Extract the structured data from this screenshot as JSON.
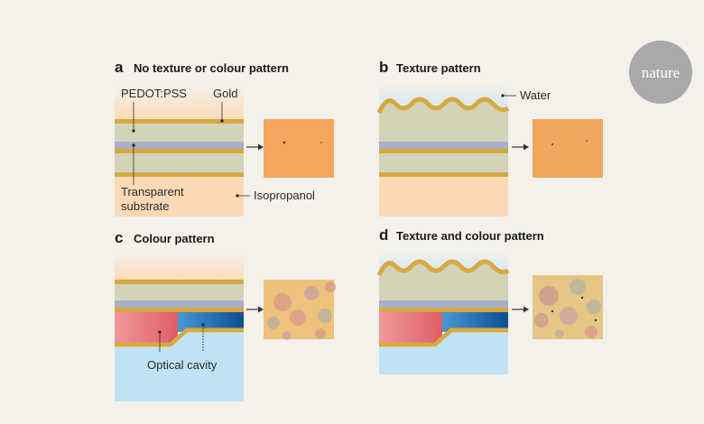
{
  "logo": {
    "text": "nature"
  },
  "panels": {
    "a": {
      "letter": "a",
      "title": "No texture or colour pattern",
      "labels": {
        "pedot": "PEDOT:PSS",
        "gold": "Gold",
        "substrate_1": "Transparent",
        "substrate_2": "substrate",
        "solvent": "Isopropanol"
      }
    },
    "b": {
      "letter": "b",
      "title": "Texture pattern",
      "labels": {
        "water": "Water"
      }
    },
    "c": {
      "letter": "c",
      "title": "Colour pattern",
      "labels": {
        "cavity": "Optical cavity"
      }
    },
    "d": {
      "letter": "d",
      "title": "Texture and colour pattern"
    }
  },
  "colors": {
    "gold": "#d7a941",
    "pedot": "#d3d3b8",
    "blue_layer": "#a6b0c9",
    "isopropanol": "#fdd9b5",
    "water": "#bfe3f4",
    "red_cavity": "#e0666c",
    "blue_cavity": "#1e64a8"
  }
}
